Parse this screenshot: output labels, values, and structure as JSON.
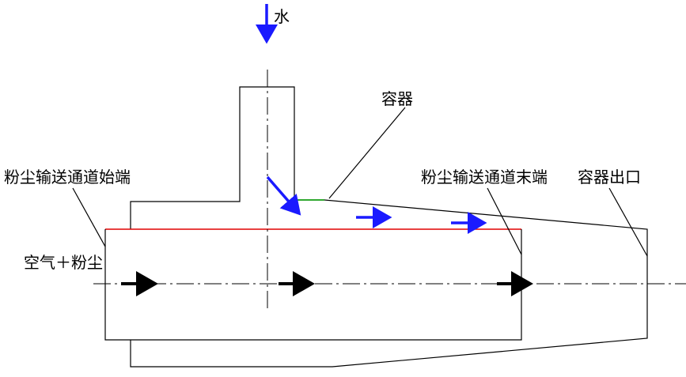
{
  "labels": {
    "water": "水",
    "container": "容器",
    "channel_start": "粉尘输送通道始端",
    "channel_end": "粉尘输送通道末端",
    "container_outlet": "容器出口",
    "air_dust": "空气＋粉尘"
  },
  "colors": {
    "outline": "#000000",
    "water_arrow": "#1a1aff",
    "flow_arrow": "#000000",
    "channel_top_edge": "#e00000",
    "water_surface": "#00a000"
  }
}
